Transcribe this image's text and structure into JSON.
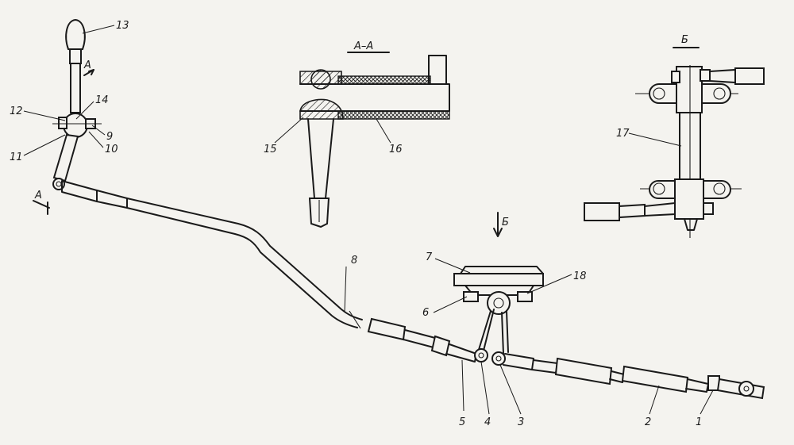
{
  "section_titles": {
    "section_aa": "А–А",
    "view_b": "Б"
  },
  "marks": {
    "a_top": "А",
    "a_bottom": "А",
    "b_arrow": "Б"
  },
  "callouts": [
    {
      "id": "1",
      "text": "1"
    },
    {
      "id": "2",
      "text": "2"
    },
    {
      "id": "3",
      "text": "3"
    },
    {
      "id": "4",
      "text": "4"
    },
    {
      "id": "5",
      "text": "5"
    },
    {
      "id": "6",
      "text": "6"
    },
    {
      "id": "7",
      "text": "7"
    },
    {
      "id": "8",
      "text": "8"
    },
    {
      "id": "9",
      "text": "9"
    },
    {
      "id": "10",
      "text": "10"
    },
    {
      "id": "11",
      "text": "11"
    },
    {
      "id": "12",
      "text": "12"
    },
    {
      "id": "13",
      "text": "13"
    },
    {
      "id": "14",
      "text": "14"
    },
    {
      "id": "15",
      "text": "15"
    },
    {
      "id": "16",
      "text": "16"
    },
    {
      "id": "17",
      "text": "17"
    },
    {
      "id": "18",
      "text": "18"
    }
  ]
}
